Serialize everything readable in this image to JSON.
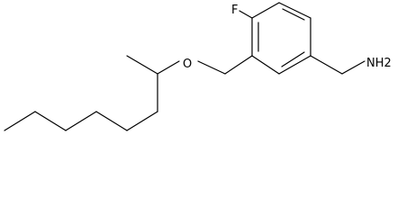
{
  "molecule": {
    "atoms": {
      "fluorine": "F",
      "oxygen": "O",
      "amine": "NH2"
    }
  }
}
